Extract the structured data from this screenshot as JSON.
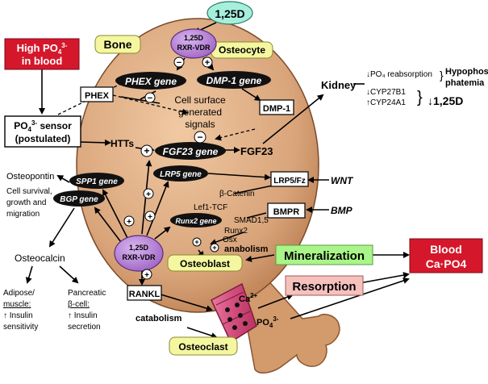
{
  "labels": {
    "hormone": "1,25D",
    "high_po4_line1": "High PO",
    "high_po4_sub": "4",
    "high_po4_sup": "3-",
    "high_po4_line2": "in blood",
    "bone": "Bone",
    "osteocyte": "Osteocyte",
    "rxr_vdr_top_1": "1,25D",
    "rxr_vdr_top_2": "RXR-VDR",
    "minus": "−",
    "plus": "+",
    "phex_gene": "PHEX gene",
    "dmp1_gene": "DMP-1 gene",
    "phex": "PHEX",
    "dmp1": "DMP-1",
    "cell_surface_1": "Cell surface",
    "cell_surface_2": "generated",
    "cell_surface_3": "signals",
    "sensor_1": "PO",
    "sensor_1_sub": "4",
    "sensor_1_sup": "3-",
    "sensor_1_tail": " sensor",
    "sensor_2": "(postulated)",
    "htts": "HTTs",
    "fgf23_gene": "FGF23 gene",
    "fgf23": "FGF23",
    "kidney": "Kidney",
    "po4_reabsorption": "PO₄ reabsorption",
    "cyp27b1": "CYP27B1",
    "cyp24a1": "CYP24A1",
    "hypophos_1": "Hypophos-",
    "hypophos_2": "phatemia",
    "result_125d": "1,25D",
    "osteopontin": "Osteopontin",
    "spp1_gene": "SPP1 gene",
    "cell_survival_1": "Cell survival,",
    "cell_survival_2": "growth and",
    "cell_survival_3": "migration",
    "lrp5_gene": "LRP5 gene",
    "lrp5fz": "LRP5/Fz",
    "wnt": "WNT",
    "bgp_gene": "BGP gene",
    "beta_catenin": "β-Catenin",
    "lef1": "Lef1-TCF",
    "runx2_gene": "Runx2 gene",
    "bmpr": "BMPR",
    "bmp": "BMP",
    "smad": "SMAD1,5",
    "runx2": "Runx2",
    "osx": "Osx",
    "anabolism": "anabolism",
    "osteoblast": "Osteoblast",
    "mineralization": "Mineralization",
    "blood_1": "Blood",
    "blood_2": "Ca·PO4",
    "osteocalcin": "Osteocalcin",
    "rxr_vdr_low_1": "1,25D",
    "rxr_vdr_low_2": "RXR-VDR",
    "rankl": "RANKL",
    "resorption": "Resorption",
    "ca": "Ca",
    "ca_sup": "2+",
    "po4": "PO",
    "po4_sub": "4",
    "po4_sup": "3-",
    "catabolism": "catabolism",
    "osteoclast": "Osteoclast",
    "adipose_1": "Adipose/",
    "adipose_2": "muscle:",
    "adipose_3": "↑ Insulin",
    "adipose_4": "sensitivity",
    "pancreatic_1": "Pancreatic",
    "pancreatic_2": "β-cell:",
    "pancreatic_3": "↑ Insulin",
    "pancreatic_4": "secretion"
  },
  "colors": {
    "bone_body": "#d9a47a",
    "bone_edge": "#7a4a2a",
    "hormone_fill": "#a6efdc",
    "vdr_fill": "#b57fd6",
    "yellow": "#f4f7a0",
    "red": "#d5172b",
    "green": "#aaf58a",
    "pink": "#f6c1bd",
    "osteoclast_fill": "#d24c7c"
  }
}
